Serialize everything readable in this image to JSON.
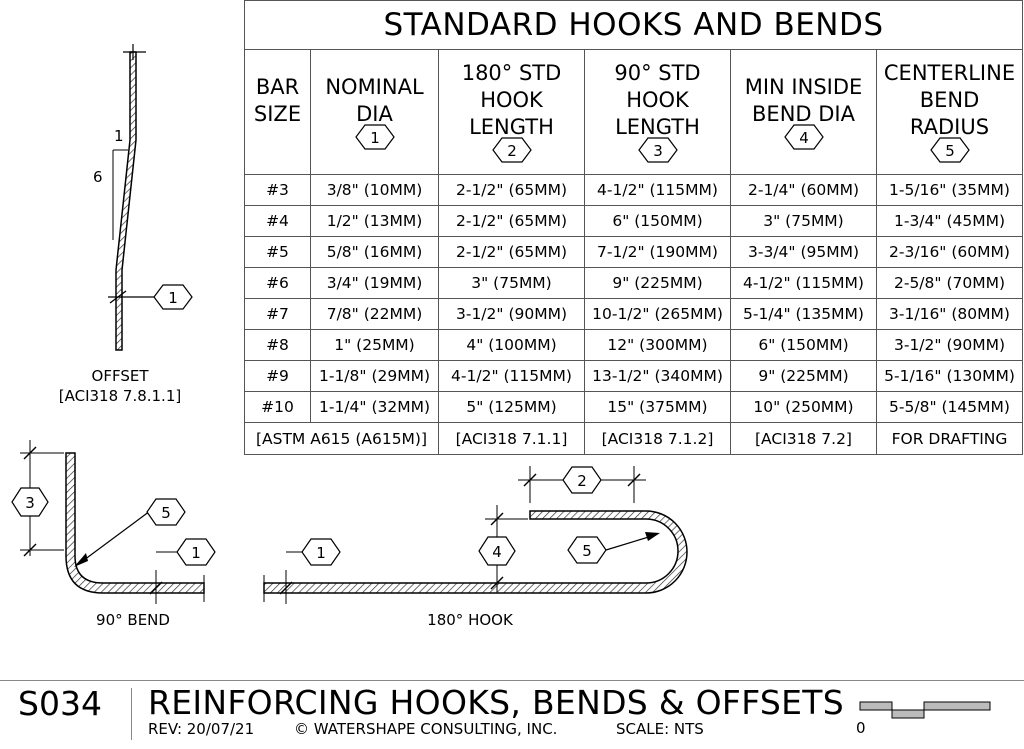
{
  "table": {
    "title": "STANDARD HOOKS AND BENDS",
    "headers": [
      {
        "line1": "BAR",
        "line2": "SIZE",
        "line3": "",
        "marker": ""
      },
      {
        "line1": "NOMINAL",
        "line2": "DIA",
        "line3": "",
        "marker": "1"
      },
      {
        "line1": "180° STD",
        "line2": "HOOK",
        "line3": "LENGTH",
        "marker": "2"
      },
      {
        "line1": "90° STD",
        "line2": "HOOK",
        "line3": "LENGTH",
        "marker": "3"
      },
      {
        "line1": "MIN INSIDE",
        "line2": "BEND DIA",
        "line3": "",
        "marker": "4"
      },
      {
        "line1": "CENTERLINE",
        "line2": "BEND",
        "line3": "RADIUS",
        "marker": "5"
      }
    ],
    "rows": [
      [
        "#3",
        "3/8\" (10MM)",
        "2-1/2\" (65MM)",
        "4-1/2\" (115MM)",
        "2-1/4\" (60MM)",
        "1-5/16\" (35MM)"
      ],
      [
        "#4",
        "1/2\" (13MM)",
        "2-1/2\" (65MM)",
        "6\" (150MM)",
        "3\" (75MM)",
        "1-3/4\" (45MM)"
      ],
      [
        "#5",
        "5/8\" (16MM)",
        "2-1/2\" (65MM)",
        "7-1/2\" (190MM)",
        "3-3/4\" (95MM)",
        "2-3/16\" (60MM)"
      ],
      [
        "#6",
        "3/4\" (19MM)",
        "3\" (75MM)",
        "9\" (225MM)",
        "4-1/2\" (115MM)",
        "2-5/8\" (70MM)"
      ],
      [
        "#7",
        "7/8\" (22MM)",
        "3-1/2\" (90MM)",
        "10-1/2\" (265MM)",
        "5-1/4\" (135MM)",
        "3-1/16\" (80MM)"
      ],
      [
        "#8",
        "1\" (25MM)",
        "4\" (100MM)",
        "12\" (300MM)",
        "6\" (150MM)",
        "3-1/2\" (90MM)"
      ],
      [
        "#9",
        "1-1/8\" (29MM)",
        "4-1/2\" (115MM)",
        "13-1/2\" (340MM)",
        "9\" (225MM)",
        "5-1/16\" (130MM)"
      ],
      [
        "#10",
        "1-1/4\" (32MM)",
        "5\" (125MM)",
        "15\" (375MM)",
        "10\" (250MM)",
        "5-5/8\" (145MM)"
      ]
    ],
    "references": [
      "[ASTM A615 (A615M)]",
      "[ACI318 7.1.1]",
      "[ACI318 7.1.2]",
      "[ACI318 7.2]",
      "FOR DRAFTING"
    ]
  },
  "offset_detail": {
    "label": "OFFSET",
    "reference": "[ACI318 7.8.1.1]",
    "slope_rise": "1",
    "slope_run": "6",
    "marker": "1"
  },
  "bend_detail": {
    "label": "90° BEND",
    "marker_length": "3",
    "marker_radius": "5",
    "marker_dia": "1"
  },
  "hook_detail": {
    "label": "180° HOOK",
    "marker_dia": "1",
    "marker_length": "2",
    "marker_bend_dia": "4",
    "marker_radius": "5"
  },
  "footer": {
    "sheet_number": "S034",
    "title": "REINFORCING HOOKS, BENDS & OFFSETS",
    "rev": "REV:  20/07/21",
    "company": "© WATERSHAPE CONSULTING, INC.",
    "scale": "SCALE:  NTS",
    "scale_zero": "0"
  },
  "colors": {
    "line": "#000000",
    "border": "#555555",
    "hatch": "#333333"
  }
}
